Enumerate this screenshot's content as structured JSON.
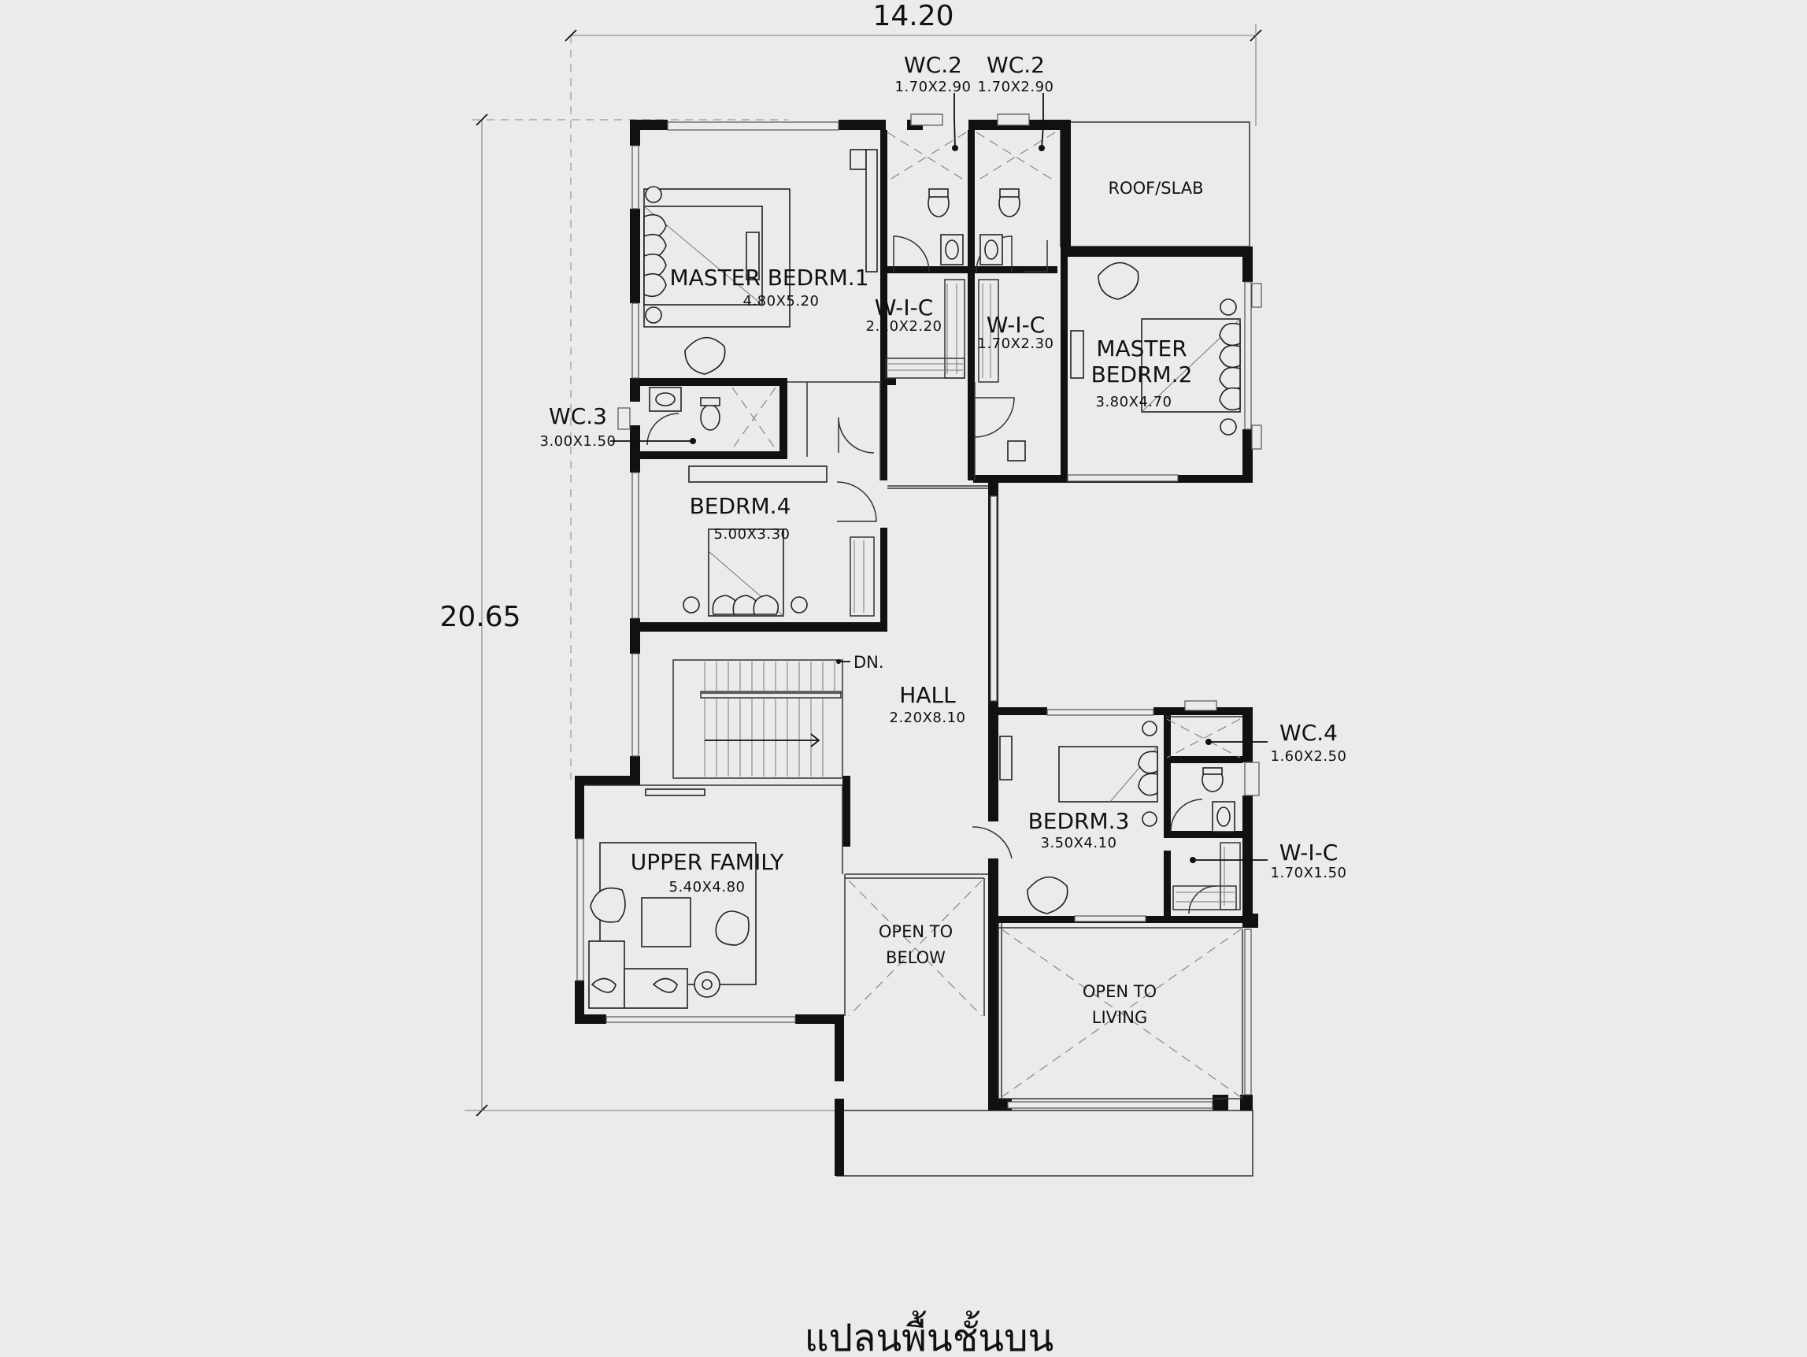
{
  "dimensions": {
    "width": "14.20",
    "height": "20.65"
  },
  "rooms": {
    "master_bedroom_1": {
      "name": "MASTER BEDRM.1",
      "size": "4.80X5.20"
    },
    "wc2_left": {
      "name": "WC.2",
      "size": "1.70X2.90"
    },
    "wc2_right": {
      "name": "WC.2",
      "size": "1.70X2.90"
    },
    "roof_slab": {
      "name": "ROOF/SLAB"
    },
    "wic_1": {
      "name": "W-I-C",
      "size": "2.10X2.20"
    },
    "wic_2": {
      "name": "W-I-C",
      "size": "1.70X2.30"
    },
    "master_bedroom_2": {
      "name_line1": "MASTER",
      "name_line2": "BEDRM.2",
      "size": "3.80X4.70"
    },
    "wc3": {
      "name": "WC.3",
      "size": "3.00X1.50"
    },
    "bedroom_4": {
      "name": "BEDRM.4",
      "size": "5.00X3.30"
    },
    "hall": {
      "name": "HALL",
      "size": "2.20X8.10"
    },
    "stair": {
      "label": "DN."
    },
    "wc4": {
      "name": "WC.4",
      "size": "1.60X2.50"
    },
    "bedroom_3": {
      "name": "BEDRM.3",
      "size": "3.50X4.10"
    },
    "wic_3": {
      "name": "W-I-C",
      "size": "1.70X1.50"
    },
    "upper_family": {
      "name": "UPPER FAMILY",
      "size": "5.40X4.80"
    },
    "open_below": {
      "line1": "OPEN TO",
      "line2": "BELOW"
    },
    "open_living": {
      "line1": "OPEN TO",
      "line2": "LIVING"
    }
  },
  "caption": "แปลนพื้นชั้นบน"
}
